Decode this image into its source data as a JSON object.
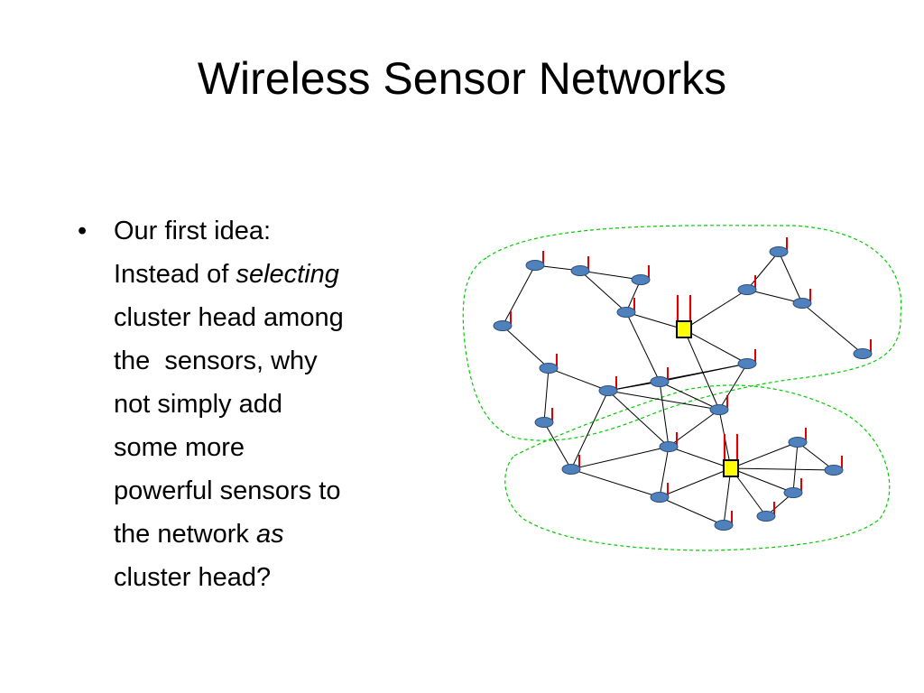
{
  "slide": {
    "title": "Wireless Sensor Networks",
    "bullet_symbol": "•",
    "bullet": {
      "line1": "Our first idea:",
      "line2_pre": "Instead of ",
      "line2_em": "selecting",
      "line3": "cluster head among",
      "line4": "the  sensors, why",
      "line5": "not simply add",
      "line6": "some more",
      "line7": "powerful sensors to",
      "line8_pre": "the network ",
      "line8_em": "as",
      "line9": "cluster head?"
    }
  },
  "diagram": {
    "colors": {
      "sensor_fill": "#4f81bd",
      "sensor_stroke": "#2c4f7c",
      "antenna": "#e00000",
      "cluster_head_fill": "#ffff00",
      "cluster_boundary": "#00cc00",
      "link": "#000000"
    },
    "node_count": 27,
    "cluster_head_count": 2,
    "cluster_count": 2
  }
}
